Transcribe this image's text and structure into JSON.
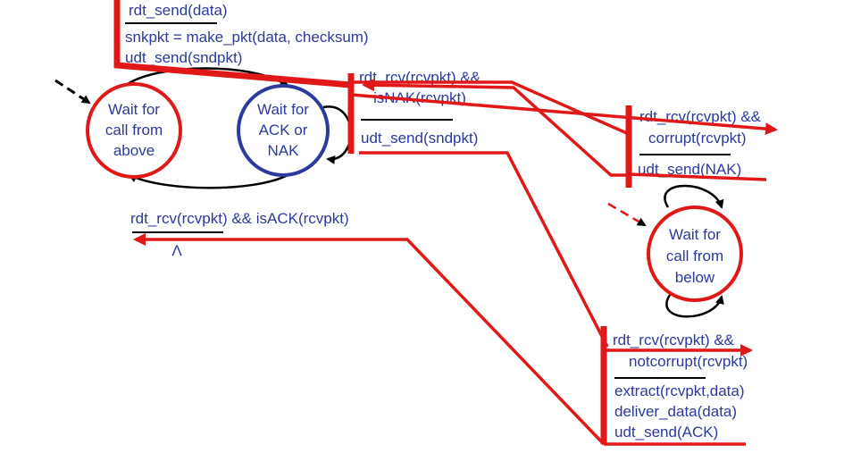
{
  "colors": {
    "text": "#2b3a9c",
    "sender_state": "#e01818",
    "current_state": "#2b3a9c",
    "receiver_state": "#e01818",
    "transition": "#e01818",
    "line": "#000000"
  },
  "sender": {
    "state_call": {
      "line1": "Wait for",
      "line2": "call from",
      "line3": "above"
    },
    "state_ack": {
      "line1": "Wait for",
      "line2": "ACK or",
      "line3": "NAK"
    },
    "send_transition": {
      "event": "rdt_send(data)",
      "action1": "snkpkt = make_pkt(data, checksum)",
      "action2": "udt_send(sndpkt)"
    },
    "nak_transition": {
      "event1": "rdt_rcv(rcvpkt) &&",
      "event2": "isNAK(rcvpkt)",
      "action": "udt_send(sndpkt)"
    },
    "ack_transition": {
      "event": "rdt_rcv(rcvpkt) && isACK(rcvpkt)",
      "action": "Λ"
    }
  },
  "receiver": {
    "state_below": {
      "line1": "Wait for",
      "line2": "call from",
      "line3": "below"
    },
    "corrupt_transition": {
      "event1": "rdt_rcv(rcvpkt) &&",
      "event2": "corrupt(rcvpkt)",
      "action": "udt_send(NAK)"
    },
    "notcorrupt_transition": {
      "event1": "rdt_rcv(rcvpkt) &&",
      "event2": "notcorrupt(rcvpkt)",
      "action1": "extract(rcvpkt,data)",
      "action2": "deliver_data(data)",
      "action3": "udt_send(ACK)"
    }
  }
}
